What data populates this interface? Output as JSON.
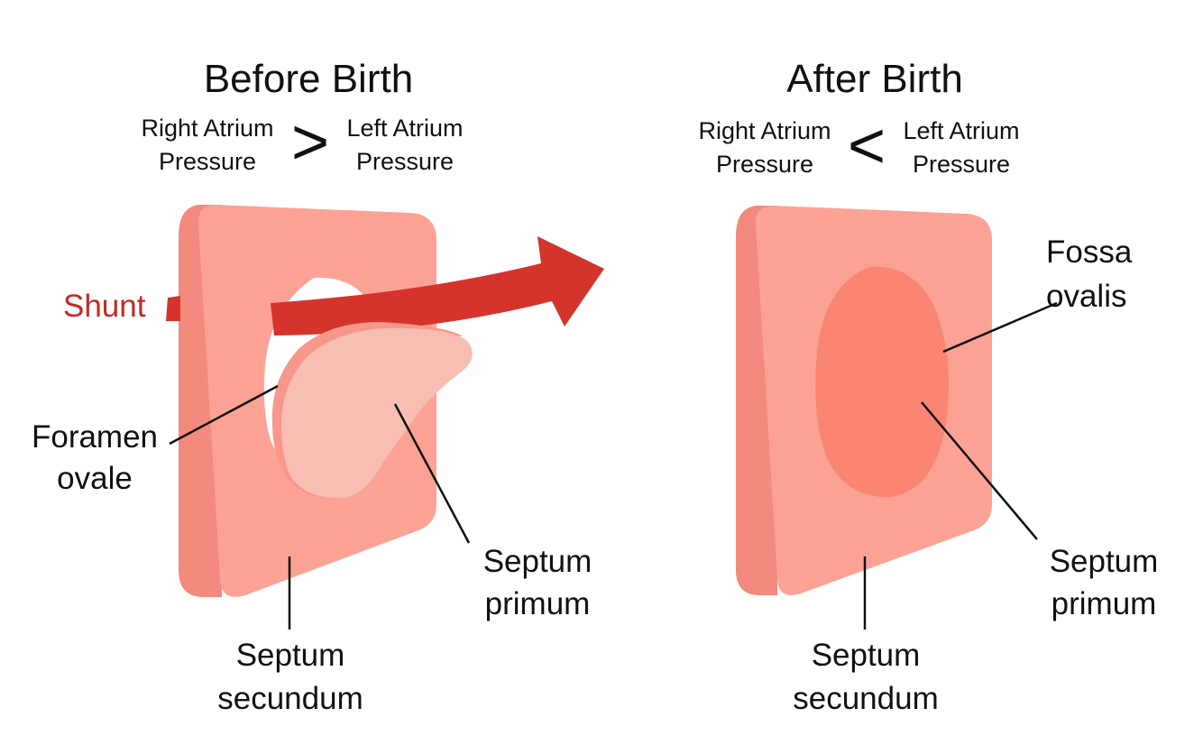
{
  "colors": {
    "wall_side": "#f38a7d",
    "wall_face": "#fca295",
    "flap_edge": "#f7978a",
    "flap_fill": "#f8bdb3",
    "fossa": "#fb8573",
    "arrow": "#d4342b",
    "shunt_text": "#c22a26",
    "text": "#111111",
    "leader": "#111111",
    "background": "#ffffff"
  },
  "panels": {
    "before": {
      "title": "Before Birth",
      "left_line1": "Right Atrium",
      "left_line2": "Pressure",
      "operator": ">",
      "right_line1": "Left Atrium",
      "right_line2": "Pressure",
      "shunt": "Shunt",
      "foramen_line1": "Foramen",
      "foramen_line2": "ovale",
      "primum_line1": "Septum",
      "primum_line2": "primum",
      "secundum_line1": "Septum",
      "secundum_line2": "secundum"
    },
    "after": {
      "title": "After Birth",
      "left_line1": "Right Atrium",
      "left_line2": "Pressure",
      "operator": "<",
      "right_line1": "Left Atrium",
      "right_line2": "Pressure",
      "fossa_line1": "Fossa",
      "fossa_line2": "ovalis",
      "primum_line1": "Septum",
      "primum_line2": "primum",
      "secundum_line1": "Septum",
      "secundum_line2": "secundum"
    }
  }
}
